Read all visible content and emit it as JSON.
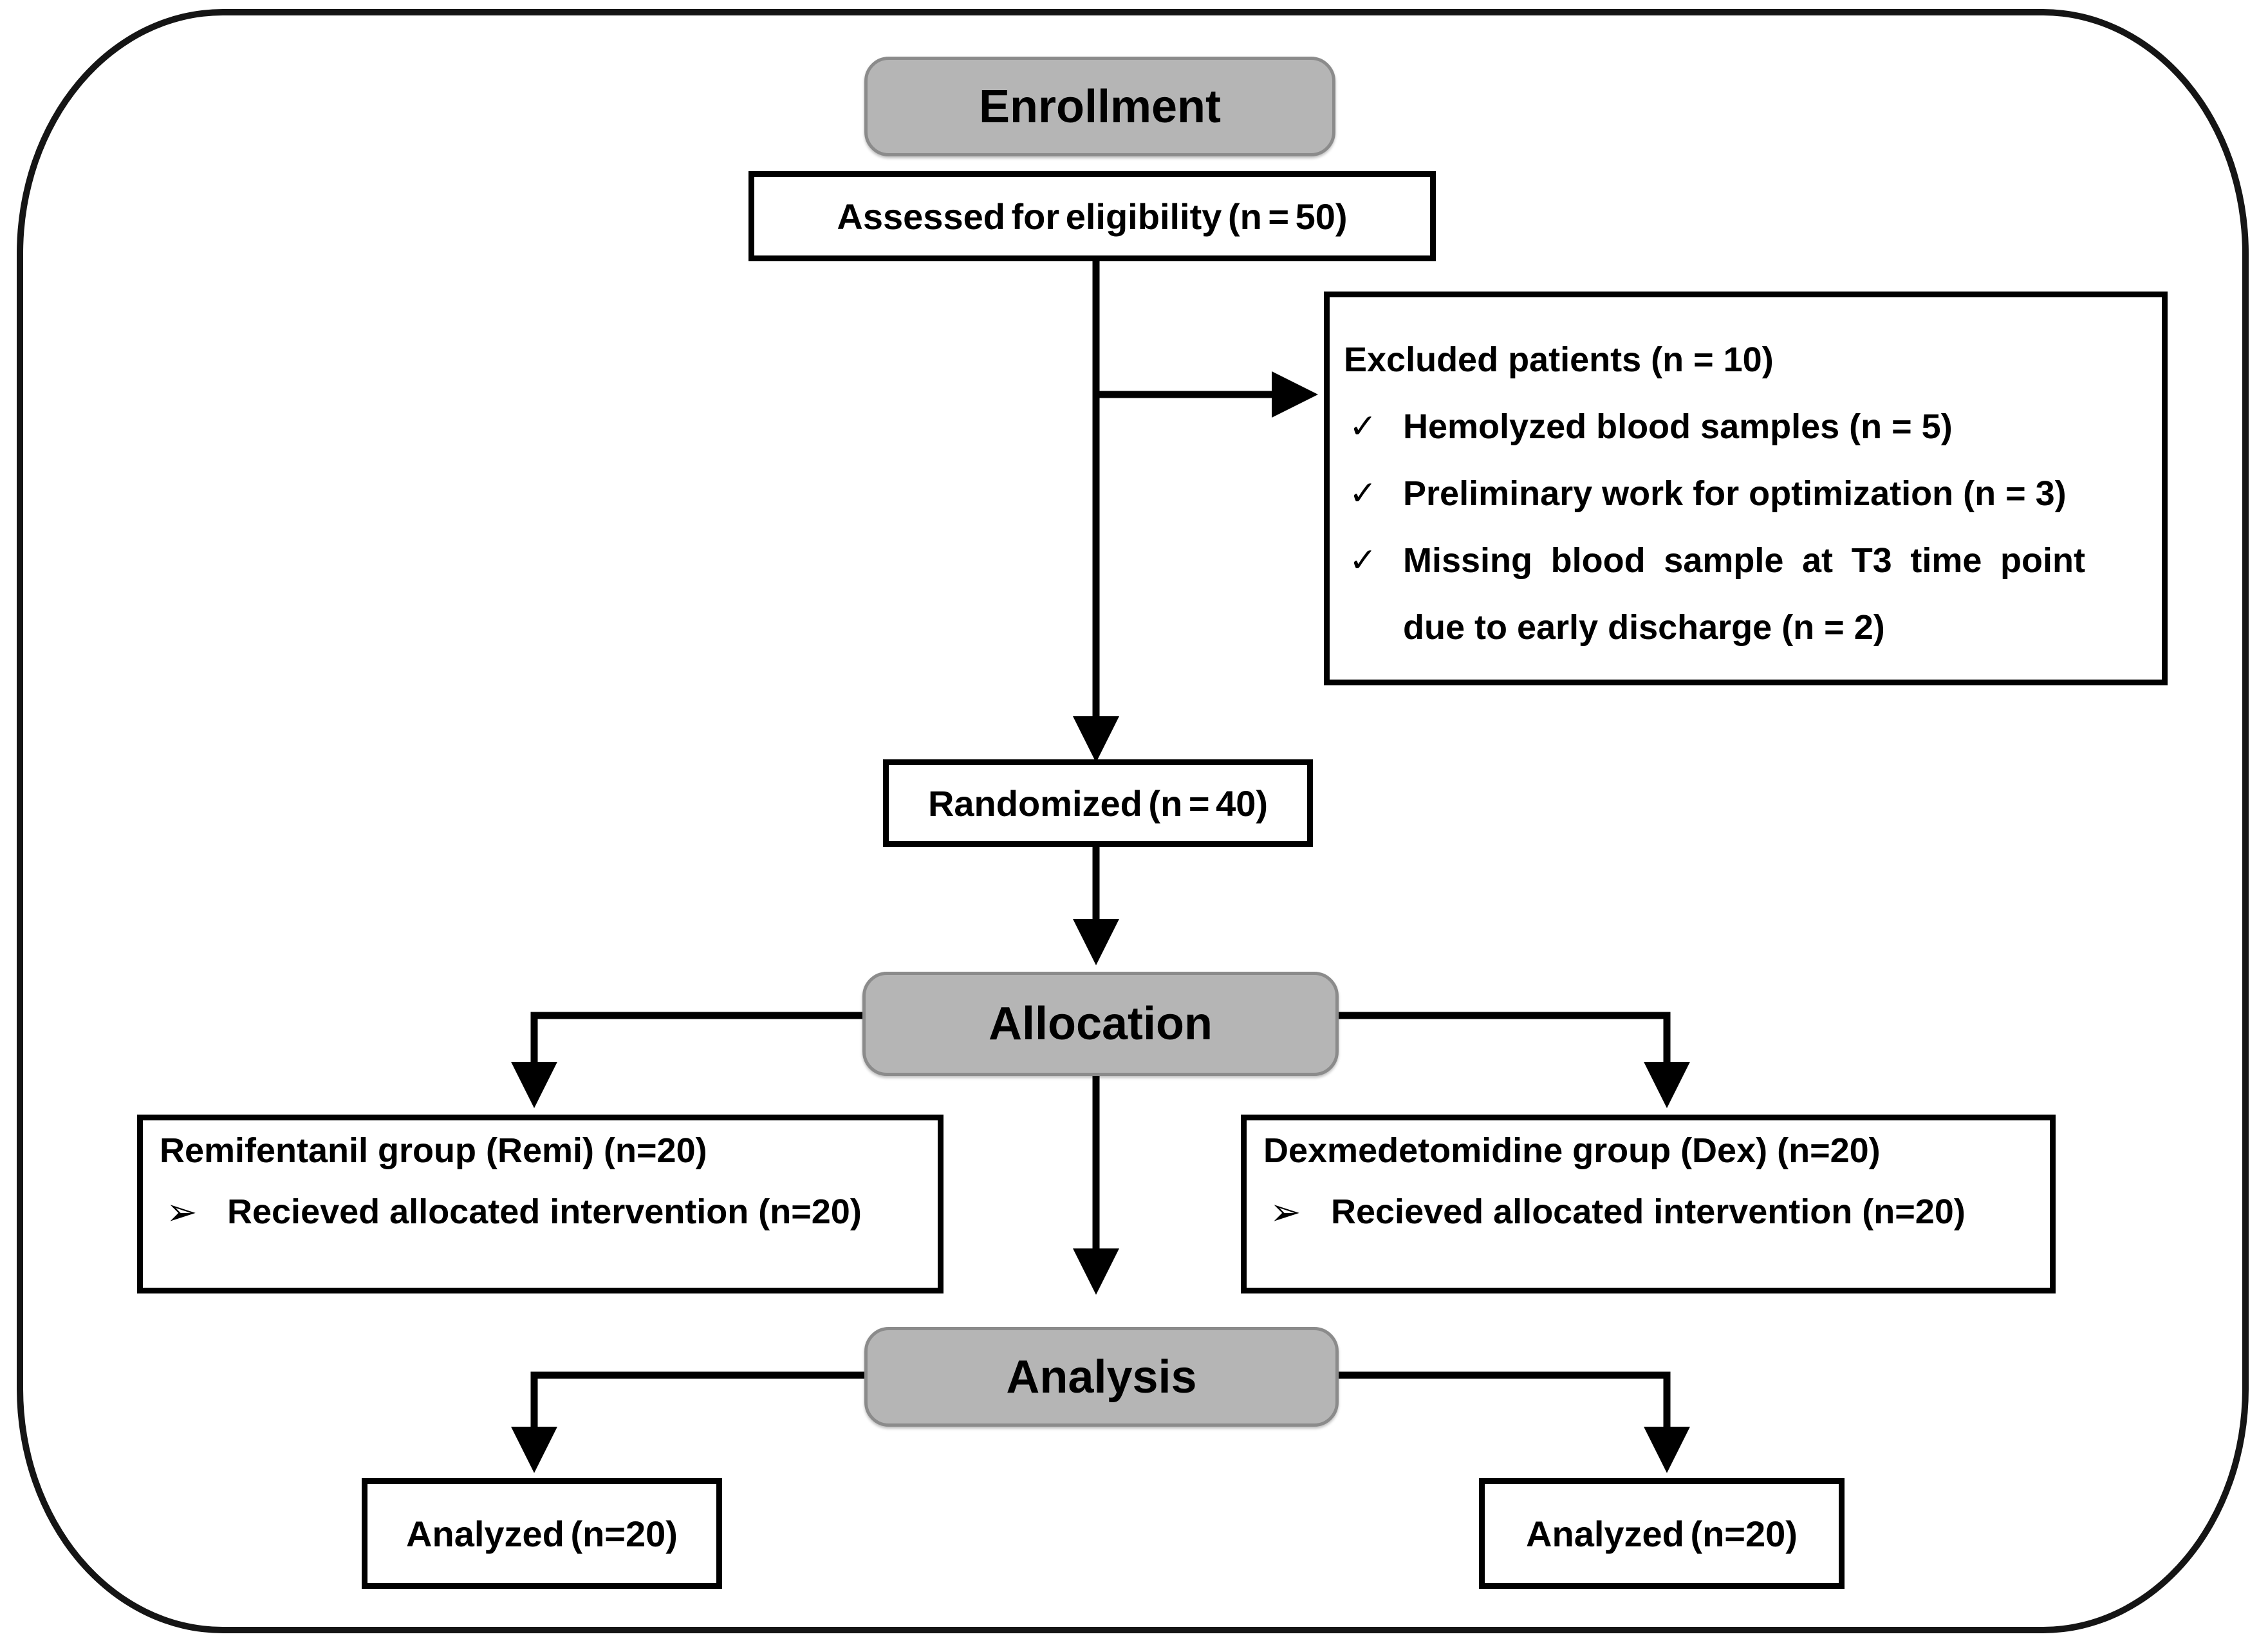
{
  "figure": {
    "type": "consort-flow-diagram",
    "stages": {
      "enrollment": "Enrollment",
      "allocation": "Allocation",
      "analysis": "Analysis"
    },
    "assessed": {
      "text": "Assessed for eligibility (n = 50)"
    },
    "excluded": {
      "title": "Excluded patients (n = 10)",
      "check_icon": "✓",
      "items": [
        "Hemolyzed blood samples (n = 5)",
        "Preliminary work for optimization (n = 3)",
        "Missing blood sample at T3 time point due to early discharge (n = 2)"
      ]
    },
    "randomized": {
      "text": "Randomized (n = 40)"
    },
    "groups": {
      "left": {
        "title": "Remifentanil group (Remi) (n=20)",
        "bullet_icon": "➢",
        "item": "Recieved allocated intervention (n=20)"
      },
      "right": {
        "title": "Dexmedetomidine group (Dex) (n=20)",
        "bullet_icon": "➢",
        "item": "Recieved allocated intervention (n=20)"
      }
    },
    "analyzed": {
      "left": "Analyzed (n=20)",
      "right": "Analyzed (n=20)"
    },
    "colors": {
      "stage_fill": "#b5b5b5",
      "stage_border": "#8b8b8b",
      "box_border": "#000000",
      "frame_border": "#151515",
      "arrow": "#000000",
      "background": "#ffffff",
      "text": "#000000"
    }
  }
}
